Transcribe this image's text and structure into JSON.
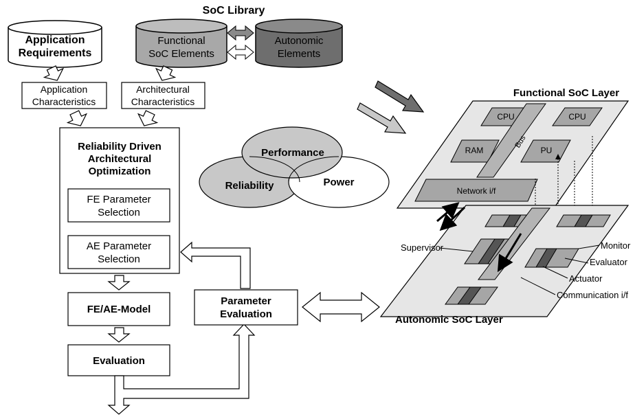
{
  "library": {
    "title": "SoC Library",
    "app_requirements": [
      "Application",
      "Requirements"
    ],
    "functional_elements": [
      "Functional",
      "SoC Elements"
    ],
    "autonomic_elements": [
      "Autonomic",
      "Elements"
    ]
  },
  "flow": {
    "app_characteristics": [
      "Application",
      "Characteristics"
    ],
    "arch_characteristics": [
      "Architectural",
      "Characteristics"
    ],
    "optimization": [
      "Reliability Driven",
      "Architectural",
      "Optimization"
    ],
    "fe_param": [
      "FE Parameter",
      "Selection"
    ],
    "ae_param": [
      "AE Parameter",
      "Selection"
    ],
    "model": "FE/AE-Model",
    "evaluation": "Evaluation",
    "param_eval": [
      "Parameter",
      "Evaluation"
    ]
  },
  "venn": {
    "performance": "Performance",
    "reliability": "Reliability",
    "power": "Power"
  },
  "functional_layer": {
    "title": "Functional SoC Layer",
    "cpu1": "CPU",
    "cpu2": "CPU",
    "ram": "RAM",
    "pu": "PU",
    "bus": "Bus",
    "network": "Network i/f"
  },
  "autonomic_layer": {
    "title": "Autonomic SoC Layer",
    "supervisor": "Supervisor",
    "monitor": "Monitor",
    "evaluator": "Evaluator",
    "actuator": "Actuator",
    "communication": "Communication i/f"
  },
  "colors": {
    "functional_fill": "#a8a8a8",
    "autonomic_fill": "#6e6e6e",
    "layer_fill": "#e6e6e6",
    "component_fill": "#a6a6a6",
    "dark_fill": "#555555"
  }
}
